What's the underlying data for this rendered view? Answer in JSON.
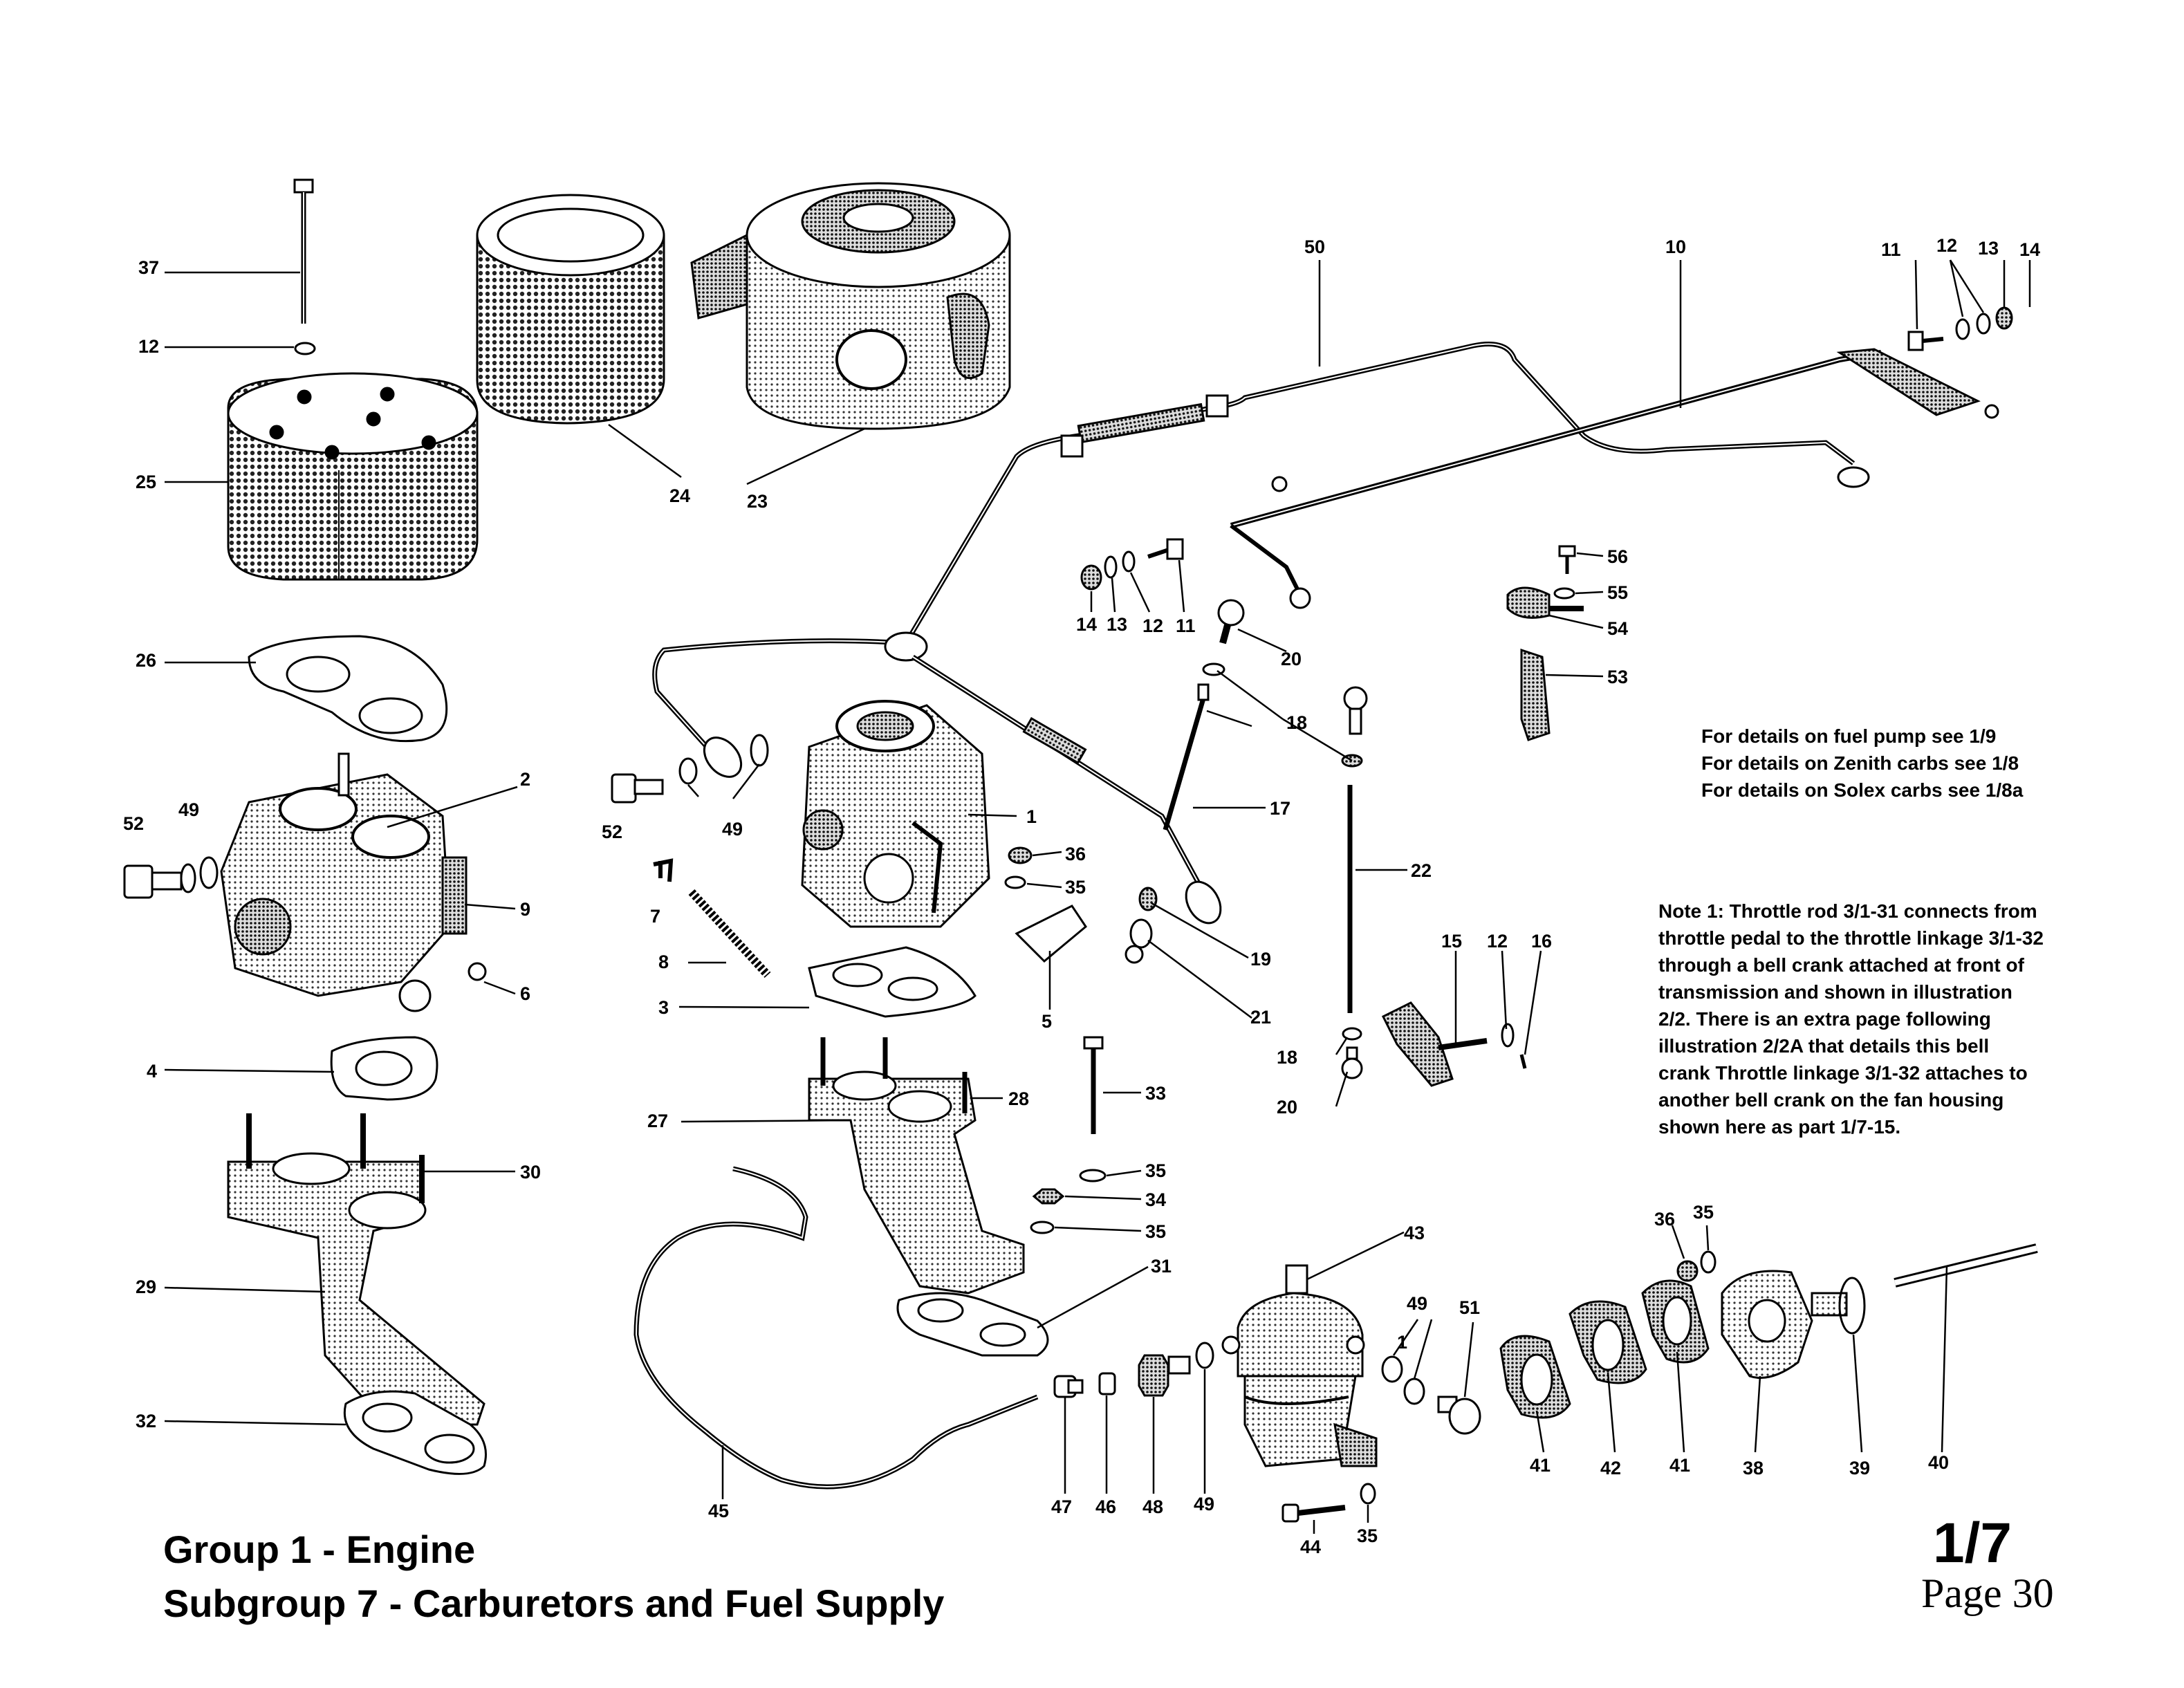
{
  "callouts": {
    "c37": "37",
    "c12a": "12",
    "c25": "25",
    "c26": "26",
    "c2": "2",
    "c49a": "49",
    "c52a": "52",
    "c9": "9",
    "c6": "6",
    "c4": "4",
    "c30": "30",
    "c29": "29",
    "c32": "32",
    "c24": "24",
    "c23": "23",
    "c52b": "52",
    "c49b": "49",
    "c7": "7",
    "c8": "8",
    "c3": "3",
    "c1a": "1",
    "c36a": "36",
    "c35a": "35",
    "c5": "5",
    "c28": "28",
    "c27": "27",
    "c33": "33",
    "c35b": "35",
    "c34": "34",
    "c35c": "35",
    "c31": "31",
    "c45": "45",
    "c47": "47",
    "c46": "46",
    "c48": "48",
    "c49c": "49",
    "c44": "44",
    "c35d": "35",
    "c50": "50",
    "c10": "10",
    "c11a": "11",
    "c12b": "12",
    "c13a": "13",
    "c14a": "14",
    "c14b": "14",
    "c13b": "13",
    "c12c": "12",
    "c11b": "11",
    "c56": "56",
    "c55": "55",
    "c54": "54",
    "c53": "53",
    "c20a": "20",
    "c18a": "18",
    "c17": "17",
    "c22": "22",
    "c19": "19",
    "c21": "21",
    "c18b": "18",
    "c20b": "20",
    "c15": "15",
    "c12d": "12",
    "c16": "16",
    "c43": "43",
    "c49d": "49",
    "c1b": "1",
    "c51": "51",
    "c36b": "36",
    "c35e": "35",
    "c41a": "41",
    "c42": "42",
    "c41b": "41",
    "c38": "38",
    "c39": "39",
    "c40": "40"
  },
  "details_notes": [
    "For details on fuel pump see 1/9",
    "For details on Zenith carbs see 1/8",
    "For details on Solex carbs see 1/8a"
  ],
  "note1": [
    "Note 1:  Throttle rod 3/1-31 connects from",
    "throttle pedal to the throttle linkage 3/1-32",
    "through a bell crank attached at front of",
    "transmission and shown in illustration",
    "2/2.  There is an extra page following",
    "illustration 2/2A that details this bell",
    "crank  Throttle linkage 3/1-32 attaches to",
    "another bell crank on the fan housing",
    "shown here as part 1/7-15."
  ],
  "footer": {
    "group": "Group 1 - Engine",
    "subgroup": "Subgroup 7 - Carburetors and Fuel Supply",
    "page_code": "1/7",
    "page_number": "Page 30"
  }
}
